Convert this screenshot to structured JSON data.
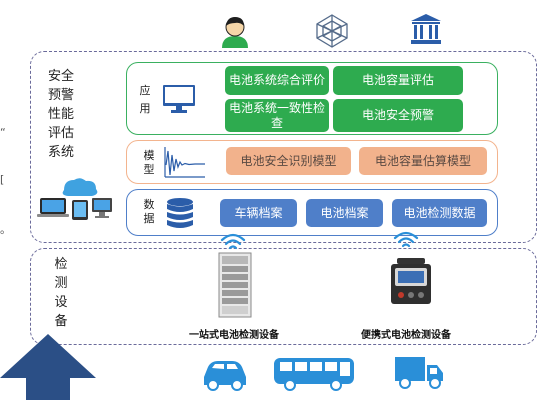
{
  "platform_label": [
    "安全",
    "预警",
    "性能",
    "评估",
    "系统"
  ],
  "application": {
    "label": [
      "应",
      "用"
    ],
    "items": [
      "电池系统综合评价",
      "电池容量评估",
      "电池系统一致性检查",
      "电池安全预警"
    ],
    "color": "#2eab4f"
  },
  "model": {
    "label": [
      "模",
      "型"
    ],
    "items": [
      "电池安全识别模型",
      "电池容量估算模型"
    ],
    "color": "#f2b28c"
  },
  "data_layer": {
    "label": [
      "数",
      "据"
    ],
    "items": [
      "车辆档案",
      "电池档案",
      "电池检测数据"
    ],
    "color": "#4f7fc9"
  },
  "detection": {
    "label": [
      "检",
      "测",
      "设",
      "备"
    ],
    "devices": [
      "一站式电池检测设备",
      "便携式电池检测设备"
    ]
  },
  "top_icons": [
    "user-icon",
    "network-icon",
    "institution-icon"
  ],
  "vehicles": [
    "car-icon",
    "bus-icon",
    "truck-icon"
  ],
  "left_edge_marks": [
    "“",
    "[",
    "。"
  ]
}
